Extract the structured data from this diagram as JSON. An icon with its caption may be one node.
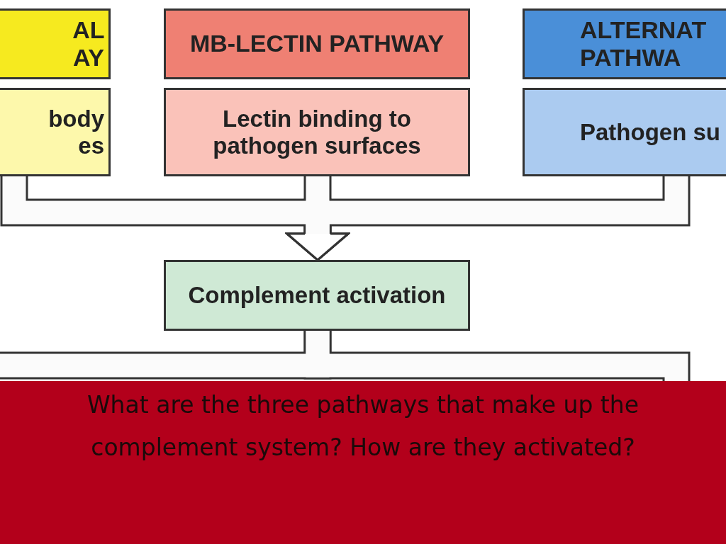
{
  "diagram": {
    "caption": "What are the three pathways that make up the complement system? How are they activated?",
    "nodes": [
      {
        "text": [
          "AL AY"
        ]
      },
      {
        "text": [
          "MB-LECTIN PATHWAY"
        ]
      },
      {
        "text": [
          "ALTERNAT PATHWA"
        ]
      },
      {
        "text": [
          "body es"
        ]
      },
      {
        "text": [
          "Lectin binding to pathogen surfaces"
        ]
      },
      {
        "text": [
          "Pathogen su"
        ]
      },
      {
        "text": [
          "Complement activation"
        ]
      }
    ],
    "edges": [
      {
        "from": 3,
        "to": 6,
        "arrow": "to"
      },
      {
        "from": 4,
        "to": 6,
        "arrow": "to"
      },
      {
        "from": 5,
        "to": 6,
        "arrow": "to"
      },
      {
        "from": 6,
        "to": null,
        "arrow": "none"
      },
      {
        "from": 6,
        "to": null,
        "arrow": "none"
      }
    ]
  }
}
